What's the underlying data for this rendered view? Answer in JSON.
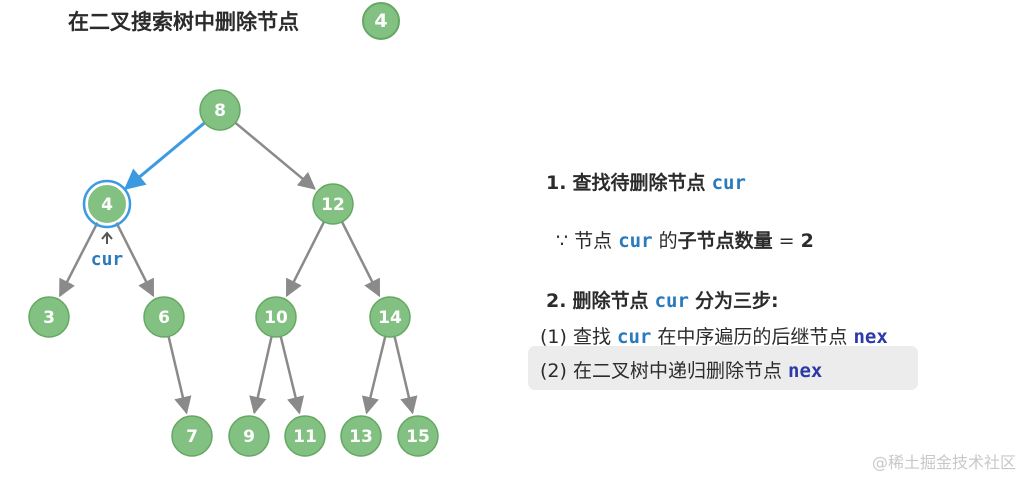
{
  "title": "在二叉搜索树中删除节点",
  "step": "4",
  "tree": {
    "nodes": [
      {
        "id": "n8",
        "label": "8"
      },
      {
        "id": "n4",
        "label": "4",
        "highlight": true
      },
      {
        "id": "n12",
        "label": "12"
      },
      {
        "id": "n3",
        "label": "3"
      },
      {
        "id": "n6",
        "label": "6"
      },
      {
        "id": "n10",
        "label": "10"
      },
      {
        "id": "n14",
        "label": "14"
      },
      {
        "id": "n7",
        "label": "7"
      },
      {
        "id": "n9",
        "label": "9"
      },
      {
        "id": "n11",
        "label": "11"
      },
      {
        "id": "n13",
        "label": "13"
      },
      {
        "id": "n15",
        "label": "15"
      }
    ],
    "edges": [
      {
        "from": "n8",
        "to": "n4",
        "highlight": true
      },
      {
        "from": "n8",
        "to": "n12"
      },
      {
        "from": "n4",
        "to": "n3"
      },
      {
        "from": "n4",
        "to": "n6"
      },
      {
        "from": "n12",
        "to": "n10"
      },
      {
        "from": "n12",
        "to": "n14"
      },
      {
        "from": "n6",
        "to": "n7"
      },
      {
        "from": "n10",
        "to": "n9"
      },
      {
        "from": "n10",
        "to": "n11"
      },
      {
        "from": "n14",
        "to": "n13"
      },
      {
        "from": "n14",
        "to": "n15"
      }
    ],
    "cur_label": "cur",
    "colors": {
      "node_fill": "#82c181",
      "node_stroke": "#64a863",
      "edge": "#8a8a8a",
      "highlight": "#3c9be0"
    }
  },
  "steps": {
    "s1_num": "1.",
    "s1_text": "查找待删除节点",
    "s1_code": "cur",
    "because": "∵",
    "cond_node": "节点",
    "cond_code": "cur",
    "cond_de": "的",
    "cond_bold": "子节点数量",
    "cond_eq": "=",
    "cond_val": "2",
    "s2_num": "2.",
    "s2_text": "删除节点",
    "s2_code": "cur",
    "s2_tail": "分为三步:",
    "sub1_num": "(1)",
    "sub1_text": "查找",
    "sub1_code": "cur",
    "sub1_mid": "在中序遍历的后继节点",
    "sub1_code2": "nex",
    "sub2_num": "(2)",
    "sub2_text": "在二叉树中递归删除节点",
    "sub2_code": "nex"
  },
  "watermark": "@稀土掘金技术社区"
}
